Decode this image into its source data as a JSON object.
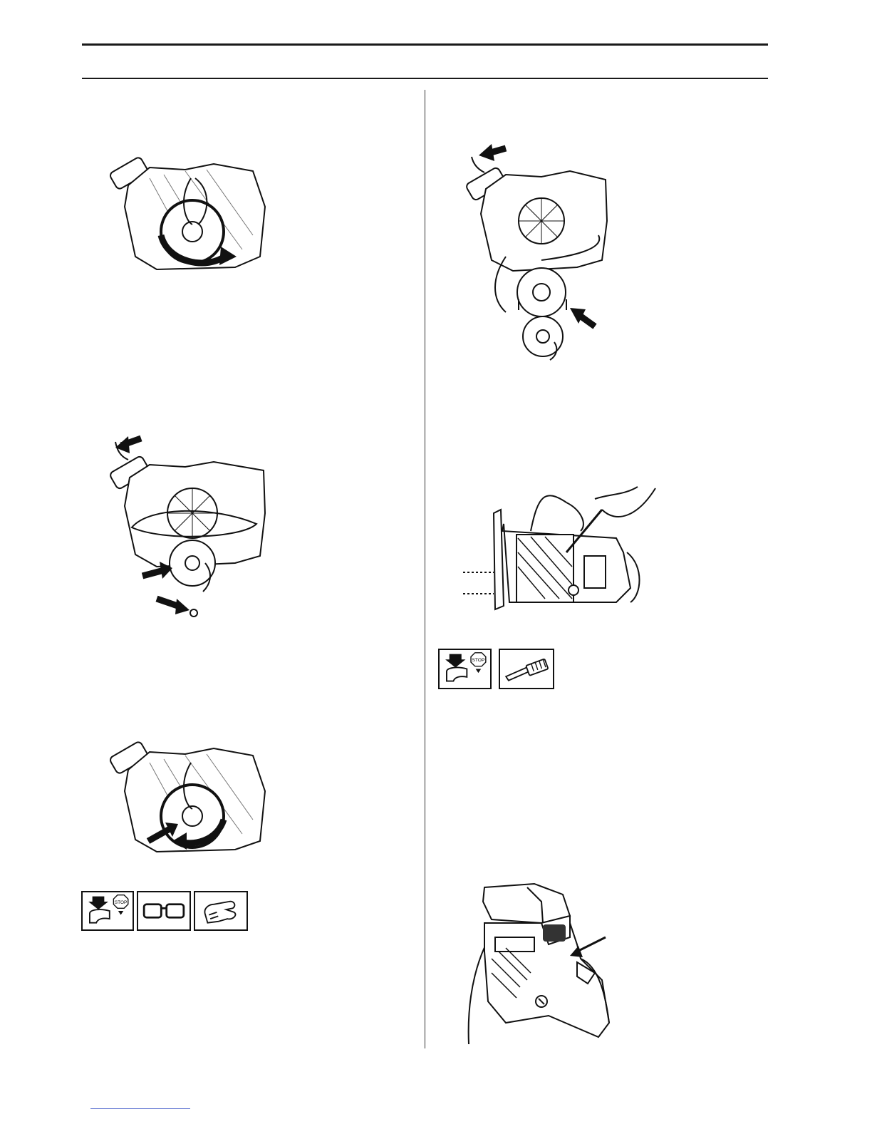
{
  "header": {},
  "icons": {
    "stop_switch_label": "STOP",
    "left_row": [
      "stop-switch-icon",
      "safety-glasses-icon",
      "protective-glove-icon"
    ],
    "right_row": [
      "stop-switch-icon",
      "cleaning-brush-icon"
    ]
  },
  "figures": [
    "starter-rotate-clockwise",
    "starter-remove-pulley",
    "starter-rotate-counterclockwise",
    "starter-spring-cassette-exploded",
    "cylinder-cooling-fins-cleaning",
    "chainsaw-top-cover-arrow"
  ]
}
